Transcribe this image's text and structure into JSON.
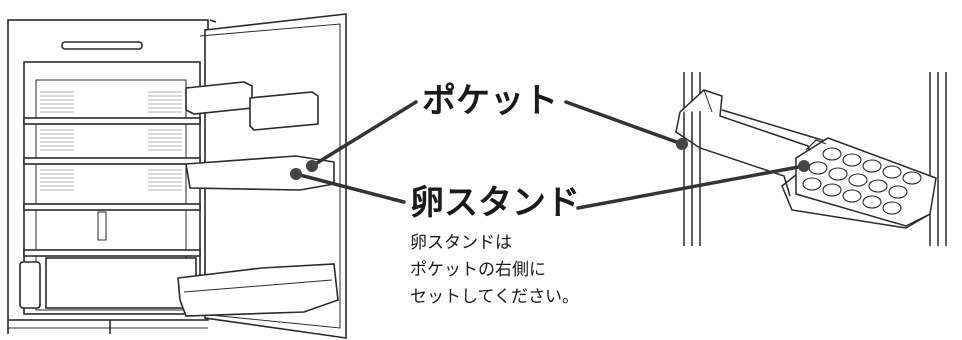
{
  "labels": {
    "pocket": "ポケット",
    "egg_stand": "卵スタンド"
  },
  "note_lines": [
    "卵スタンドは",
    "ポケットの右側に",
    "セットしてください。"
  ],
  "colors": {
    "line": "#333333",
    "dot": "#444444",
    "light_fill": "#f3f3f3"
  }
}
